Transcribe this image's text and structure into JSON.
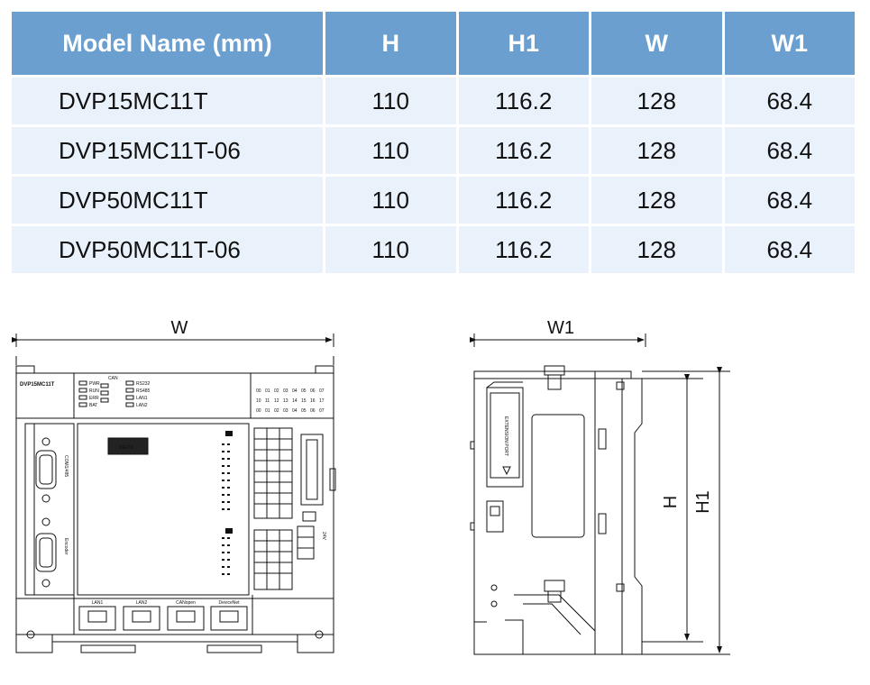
{
  "table": {
    "headers": [
      "Model Name (mm)",
      "H",
      "H1",
      "W",
      "W1"
    ],
    "rows": [
      {
        "model": "DVP15MC11T",
        "h": "110",
        "h1": "116.2",
        "w": "128",
        "w1": "68.4"
      },
      {
        "model": "DVP15MC11T-06",
        "h": "110",
        "h1": "116.2",
        "w": "128",
        "w1": "68.4"
      },
      {
        "model": "DVP50MC11T",
        "h": "110",
        "h1": "116.2",
        "w": "128",
        "w1": "68.4"
      },
      {
        "model": "DVP50MC11T-06",
        "h": "110",
        "h1": "116.2",
        "w": "128",
        "w1": "68.4"
      }
    ]
  },
  "front_view": {
    "dim_label": "W",
    "model_label": "DVP15MC11T",
    "brand": "DELTA",
    "leds_left": [
      "PWR",
      "RUN",
      "ERR",
      "BAT"
    ],
    "can_label": "CAN",
    "leds_right": [
      "RS232",
      "RS485",
      "LAN1",
      "LAN2"
    ],
    "io_row1": [
      "00",
      "01",
      "02",
      "03",
      "04",
      "05",
      "06",
      "07"
    ],
    "io_row2": [
      "10",
      "11",
      "12",
      "13",
      "14",
      "15",
      "16",
      "17"
    ],
    "port_com": "COM1/485",
    "port_encoder": "Encoder",
    "lan_labels": [
      "LAN1",
      "LAN2",
      "CANopen",
      "DeviceNet"
    ],
    "power": "24V"
  },
  "side_view": {
    "dim_w1": "W1",
    "dim_h": "H",
    "dim_h1": "H1",
    "extension_port": "EXTENSION PORT"
  }
}
